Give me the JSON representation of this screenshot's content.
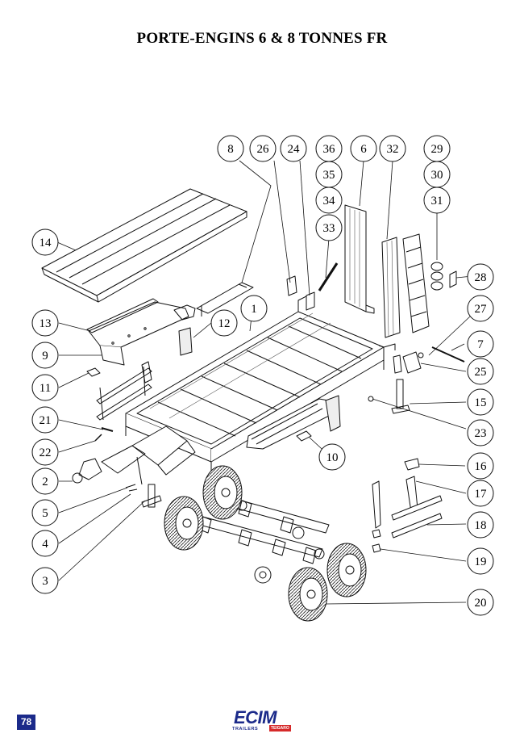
{
  "title": "PORTE-ENGINS 6 & 8 TONNES FR",
  "page_number": "78",
  "brand": {
    "name": "ECIM",
    "subtitle": "TRAILERS",
    "tag": "TEIGARO",
    "colors": {
      "primary": "#1b2a8a",
      "accent": "#d62a2a"
    }
  },
  "callouts": [
    "1",
    "2",
    "3",
    "4",
    "5",
    "6",
    "7",
    "8",
    "9",
    "10",
    "11",
    "12",
    "13",
    "14",
    "15",
    "16",
    "17",
    "18",
    "19",
    "20",
    "21",
    "22",
    "23",
    "24",
    "25",
    "26",
    "27",
    "28",
    "29",
    "30",
    "31",
    "32",
    "33",
    "34",
    "35",
    "36"
  ]
}
